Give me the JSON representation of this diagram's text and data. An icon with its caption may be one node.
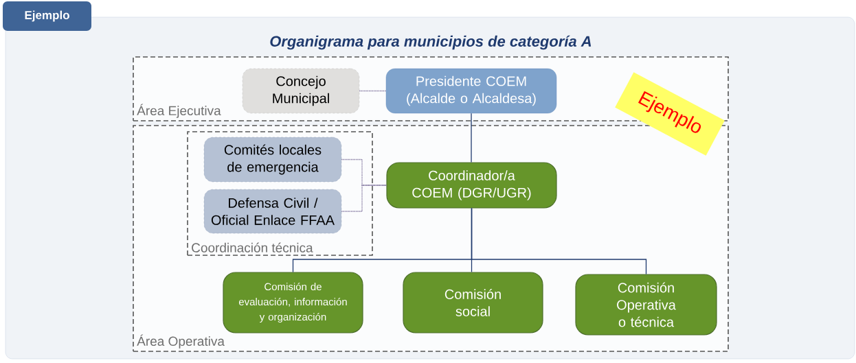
{
  "diagram": {
    "title": "Organigrama para municipios de categoría A",
    "nodes": [
      {
        "text": [
          "Ejemplo"
        ]
      },
      {
        "text": [
          "Área Ejecutiva"
        ]
      },
      {
        "text": [
          "Concejo Municipal"
        ],
        "in": 1
      },
      {
        "text": [
          "Presidente COEM (Alcalde o Alcaldesa)"
        ],
        "in": 1
      },
      {
        "text": [
          "Área Operativa"
        ]
      },
      {
        "text": [
          "Coordinación técnica"
        ],
        "in": 4
      },
      {
        "text": [
          "Comités locales de emergencia"
        ],
        "in": 5
      },
      {
        "text": [
          "Defensa Civil / Oficial Enlace FFAA"
        ],
        "in": 5
      },
      {
        "text": [
          "Coordinador/a COEM (DGR/UGR)"
        ],
        "in": 4
      },
      {
        "text": [
          "Comisión de evaluación, información y organización"
        ],
        "in": 4
      },
      {
        "text": [
          "Comisión social"
        ],
        "in": 4
      },
      {
        "text": [
          "Comisión Operativa o técnica"
        ],
        "in": 4
      },
      {
        "text": [
          "Ejemplo"
        ]
      }
    ],
    "edges": [
      {
        "from": 2,
        "to": 3,
        "arrow": "none",
        "style": "dashed",
        "color": "#7a6e99"
      },
      {
        "from": 3,
        "to": 8,
        "arrow": "none"
      },
      {
        "from": 6,
        "to": 8,
        "arrow": "none",
        "style": "dashed",
        "color": "#7a6e99"
      },
      {
        "from": 7,
        "to": 8,
        "arrow": "none",
        "style": "dashed",
        "color": "#7a6e99"
      },
      {
        "from": 8,
        "to": 9,
        "arrow": "none"
      },
      {
        "from": 8,
        "to": 10,
        "arrow": "none"
      },
      {
        "from": 8,
        "to": 11,
        "arrow": "none"
      }
    ]
  }
}
